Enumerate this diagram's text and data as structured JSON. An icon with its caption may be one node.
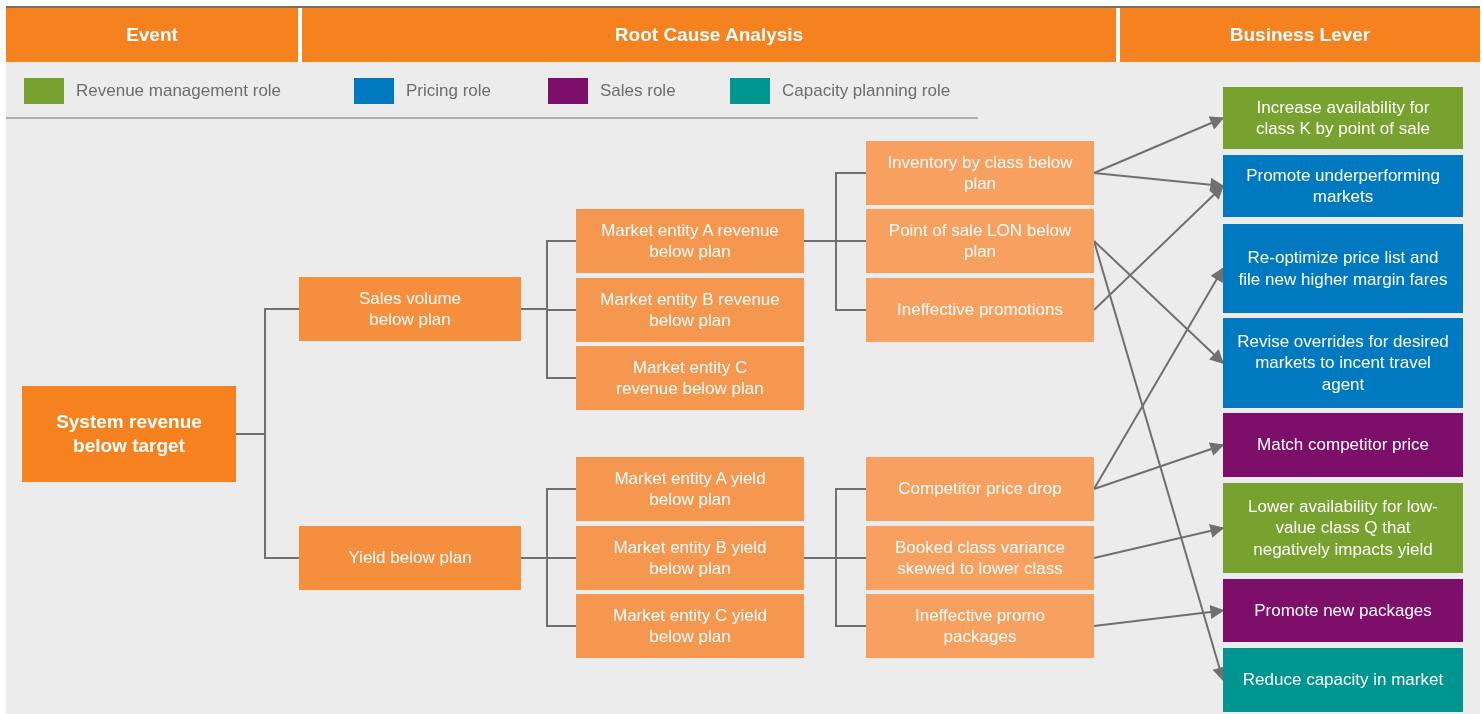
{
  "diagram": {
    "nodes": [
      {
        "text": [
          "Event"
        ]
      },
      {
        "text": [
          "Root Cause Analysis"
        ]
      },
      {
        "text": [
          "Business Lever"
        ]
      },
      {
        "text": [
          "System revenue below target"
        ]
      },
      {
        "text": [
          "Sales volume below plan"
        ]
      },
      {
        "text": [
          "Yield below plan"
        ]
      },
      {
        "text": [
          "Market entity A revenue below plan"
        ]
      },
      {
        "text": [
          "Market entity B revenue below plan"
        ]
      },
      {
        "text": [
          "Market entity C revenue below plan"
        ]
      },
      {
        "text": [
          "Market entity A yield below plan"
        ]
      },
      {
        "text": [
          "Market entity B yield below plan"
        ]
      },
      {
        "text": [
          "Market entity C yield below plan"
        ]
      },
      {
        "text": [
          "Inventory by class below plan"
        ]
      },
      {
        "text": [
          "Point of sale LON below plan"
        ]
      },
      {
        "text": [
          "Ineffective promotions"
        ]
      },
      {
        "text": [
          "Competitor price drop"
        ]
      },
      {
        "text": [
          "Booked class variance skewed to lower class"
        ]
      },
      {
        "text": [
          "Ineffective promo packages"
        ]
      },
      {
        "text": [
          "Increase availability for class K by point of sale"
        ]
      },
      {
        "text": [
          "Promote underperforming markets"
        ]
      },
      {
        "text": [
          "Re-optimize price list and file new higher margin fares"
        ]
      },
      {
        "text": [
          "Revise overrides for desired markets to incent travel agent"
        ]
      },
      {
        "text": [
          "Match competitor price"
        ]
      },
      {
        "text": [
          "Lower availability for low-value class Q that negatively impacts yield"
        ]
      },
      {
        "text": [
          "Promote new packages"
        ]
      },
      {
        "text": [
          "Reduce capacity in market"
        ]
      }
    ],
    "edges": [
      {
        "from": 3,
        "to": 4,
        "arrow": "none"
      },
      {
        "from": 3,
        "to": 5,
        "arrow": "none"
      },
      {
        "from": 4,
        "to": 6,
        "arrow": "none"
      },
      {
        "from": 4,
        "to": 7,
        "arrow": "none"
      },
      {
        "from": 4,
        "to": 8,
        "arrow": "none"
      },
      {
        "from": 5,
        "to": 9,
        "arrow": "none"
      },
      {
        "from": 5,
        "to": 10,
        "arrow": "none"
      },
      {
        "from": 5,
        "to": 11,
        "arrow": "none"
      },
      {
        "from": 6,
        "to": 12,
        "arrow": "none"
      },
      {
        "from": 6,
        "to": 13,
        "arrow": "none"
      },
      {
        "from": 6,
        "to": 14,
        "arrow": "none"
      },
      {
        "from": 10,
        "to": 15,
        "arrow": "none"
      },
      {
        "from": 10,
        "to": 16,
        "arrow": "none"
      },
      {
        "from": 10,
        "to": 17,
        "arrow": "none"
      },
      {
        "from": 12,
        "to": 18,
        "arrow": "to"
      },
      {
        "from": 12,
        "to": 19,
        "arrow": "to"
      },
      {
        "from": 13,
        "to": 21,
        "arrow": "to"
      },
      {
        "from": 13,
        "to": 25,
        "arrow": "to"
      },
      {
        "from": 14,
        "to": 19,
        "arrow": "to"
      },
      {
        "from": 15,
        "to": 20,
        "arrow": "to"
      },
      {
        "from": 15,
        "to": 22,
        "arrow": "to"
      },
      {
        "from": 16,
        "to": 23,
        "arrow": "to"
      },
      {
        "from": 17,
        "to": 24,
        "arrow": "to"
      }
    ],
    "legend": [
      {
        "text": "Revenue management role",
        "color": "#78a22f"
      },
      {
        "text": "Pricing role",
        "color": "#0079c1"
      },
      {
        "text": "Sales role",
        "color": "#7d0e6a"
      },
      {
        "text": "Capacity planning role",
        "color": "#00968f"
      }
    ]
  }
}
